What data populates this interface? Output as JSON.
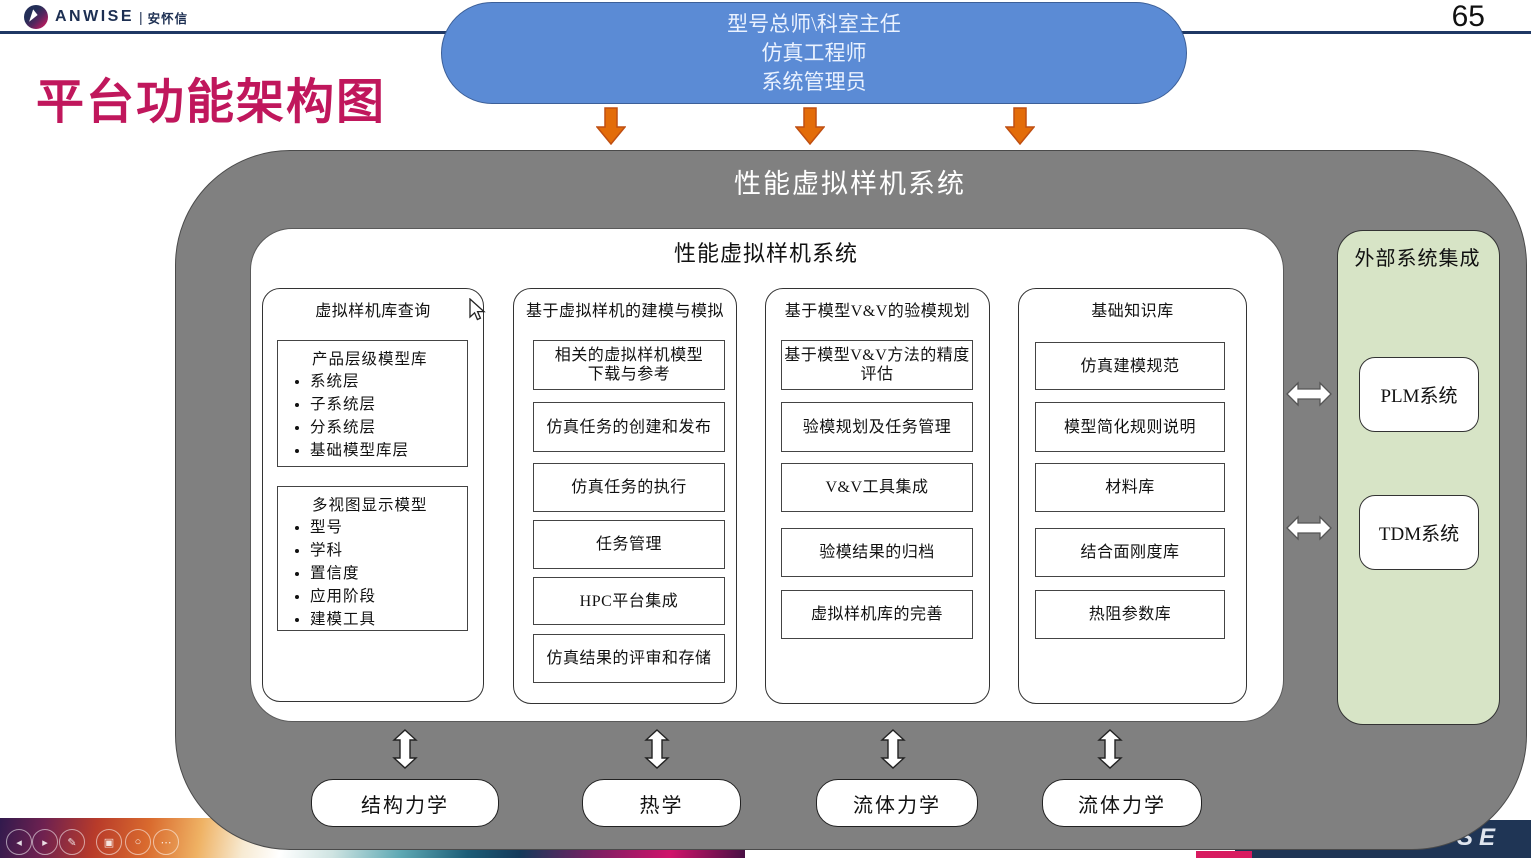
{
  "slide": {
    "page_number": "65",
    "title": "平台功能架构图"
  },
  "logo": {
    "brand": "ANWISE",
    "separator": "|",
    "brand_cn": "安怀信"
  },
  "roles": {
    "lines": [
      "型号总师\\科室主任",
      "仿真工程师",
      "系统管理员"
    ]
  },
  "system": {
    "outer_title": "性能虚拟样机系统",
    "inner_title": "性能虚拟样机系统"
  },
  "columns": [
    {
      "title": "虚拟样机库查询",
      "groups": [
        {
          "title": "产品层级模型库",
          "bullets": [
            "系统层",
            "子系统层",
            "分系统层",
            "基础模型库层"
          ]
        },
        {
          "title": "多视图显示模型",
          "bullets": [
            "型号",
            "学科",
            "置信度",
            "应用阶段",
            "建模工具"
          ]
        }
      ]
    },
    {
      "title": "基于虚拟样机的建模与模拟",
      "items": [
        "相关的虚拟样机模型\n下载与参考",
        "仿真任务的创建和发布",
        "仿真任务的执行",
        "任务管理",
        "HPC平台集成",
        "仿真结果的评审和存储"
      ]
    },
    {
      "title": "基于模型V&V的验模规划",
      "items": [
        "基于模型V&V方法的精度\n评估",
        "验模规划及任务管理",
        "V&V工具集成",
        "验模结果的归档",
        "虚拟样机库的完善"
      ]
    },
    {
      "title": "基础知识库",
      "items": [
        "仿真建模规范",
        "模型简化规则说明",
        "材料库",
        "结合面刚度库",
        "热阻参数库"
      ]
    }
  ],
  "external": {
    "title": "外部系统集成",
    "systems": [
      {
        "label": "PLM系统"
      },
      {
        "label": "TDM系统"
      }
    ]
  },
  "bottom_modules": [
    {
      "label": "结构力学"
    },
    {
      "label": "热学"
    },
    {
      "label": "流体力学"
    },
    {
      "label": "流体力学"
    }
  ],
  "presenter_toolbar": {
    "icons": [
      "◂",
      "▸",
      "✎",
      "▣",
      "○",
      "⋯"
    ]
  },
  "footer": {
    "watermark_fragment": "SE"
  },
  "colors": {
    "accent_title": "#C0175C",
    "ellipse_fill": "#5B8BD5",
    "arrow_orange": "#E36C09",
    "panel_gray": "#808080",
    "panel_green": "#D7E4C6",
    "header_line": "#1F3864",
    "footer_navy": "#1F3555"
  }
}
